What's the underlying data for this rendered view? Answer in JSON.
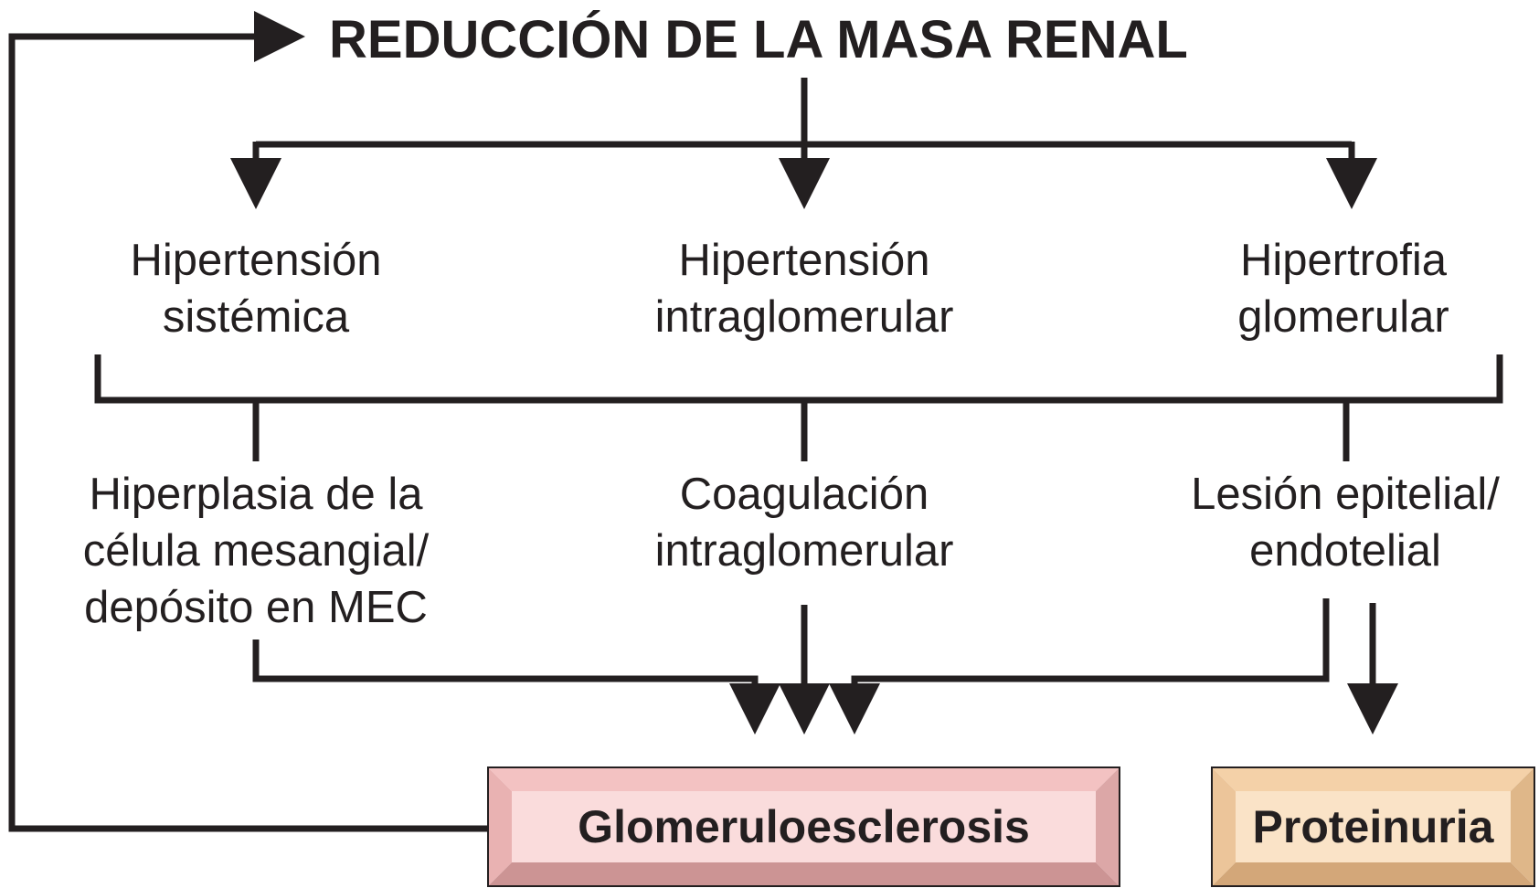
{
  "title": "REDUCCIÓN DE LA MASA RENAL",
  "level1": [
    {
      "line1": "Hipertensión",
      "line2": "sistémica"
    },
    {
      "line1": "Hipertensión",
      "line2": "intraglomerular"
    },
    {
      "line1": "Hipertrofia",
      "line2": "glomerular"
    }
  ],
  "level2": [
    {
      "line1": "Hiperplasia de la",
      "line2": "célula mesangial/",
      "line3": "depósito en MEC"
    },
    {
      "line1": "Coagulación",
      "line2": "intraglomerular"
    },
    {
      "line1": "Lesión epitelial/",
      "line2": "endotelial"
    }
  ],
  "outcomes": {
    "glomerulosclerosis": "Glomeruloesclerosis",
    "proteinuria": "Proteinuria"
  },
  "colors": {
    "line": "#231f20",
    "glomerulosclerosis_face": "#fadcdc",
    "glomerulosclerosis_top": "#f3c2c2",
    "glomerulosclerosis_left": "#e9b2b2",
    "glomerulosclerosis_right": "#dca7a7",
    "glomerulosclerosis_bottom": "#cc9494",
    "proteinuria_face": "#fae3c7",
    "proteinuria_top": "#f4d1a8",
    "proteinuria_left": "#ecc59a",
    "proteinuria_right": "#dfb789",
    "proteinuria_bottom": "#d3a779"
  }
}
